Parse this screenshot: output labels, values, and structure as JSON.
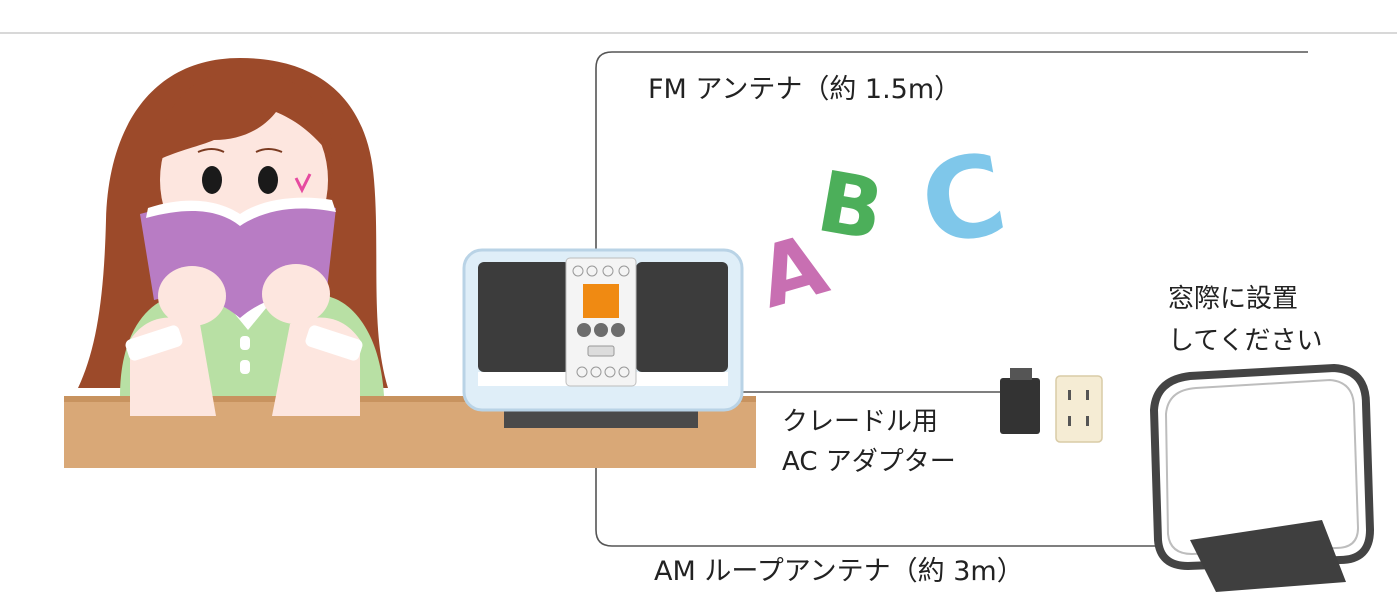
{
  "labels": {
    "fm_antenna": "FM アンテナ（約 1.5m）",
    "am_antenna": "AM ループアンテナ（約 3m）",
    "ac_adapter_line1": "クレードル用",
    "ac_adapter_line2": "AC アダプター",
    "window_note_line1": "窓際に設置",
    "window_note_line2": "してください"
  },
  "letters": {
    "a": "A",
    "b": "B",
    "c": "C"
  },
  "colors": {
    "letter_a": "#c86fb2",
    "letter_b": "#4caf5a",
    "letter_c": "#7fc7ea",
    "desk": "#d9a877",
    "book": "#b87cc4",
    "shirt": "#b8e0a4",
    "hair": "#9c4a2a",
    "display": "#f08a12",
    "antenna_wire": "#555555"
  },
  "icons": {
    "girl": "girl-reading-illustration",
    "speaker": "cd-radio-speaker-icon",
    "adapter": "ac-adapter-icon",
    "outlet": "wall-outlet-icon",
    "loop_antenna": "am-loop-antenna-icon"
  }
}
